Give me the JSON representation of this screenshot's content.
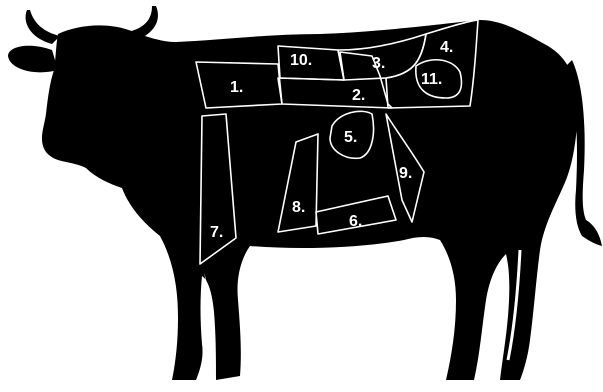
{
  "colors": {
    "silhouette": "#000000",
    "outline": "#ffffff",
    "background": "#ffffff"
  },
  "cuts": [
    {
      "id": "1",
      "label": "1."
    },
    {
      "id": "2",
      "label": "2."
    },
    {
      "id": "3",
      "label": "3."
    },
    {
      "id": "4",
      "label": "4."
    },
    {
      "id": "5",
      "label": "5."
    },
    {
      "id": "6",
      "label": "6."
    },
    {
      "id": "7",
      "label": "7."
    },
    {
      "id": "8",
      "label": "8."
    },
    {
      "id": "9",
      "label": "9."
    },
    {
      "id": "10",
      "label": "10."
    },
    {
      "id": "11",
      "label": "11."
    }
  ]
}
